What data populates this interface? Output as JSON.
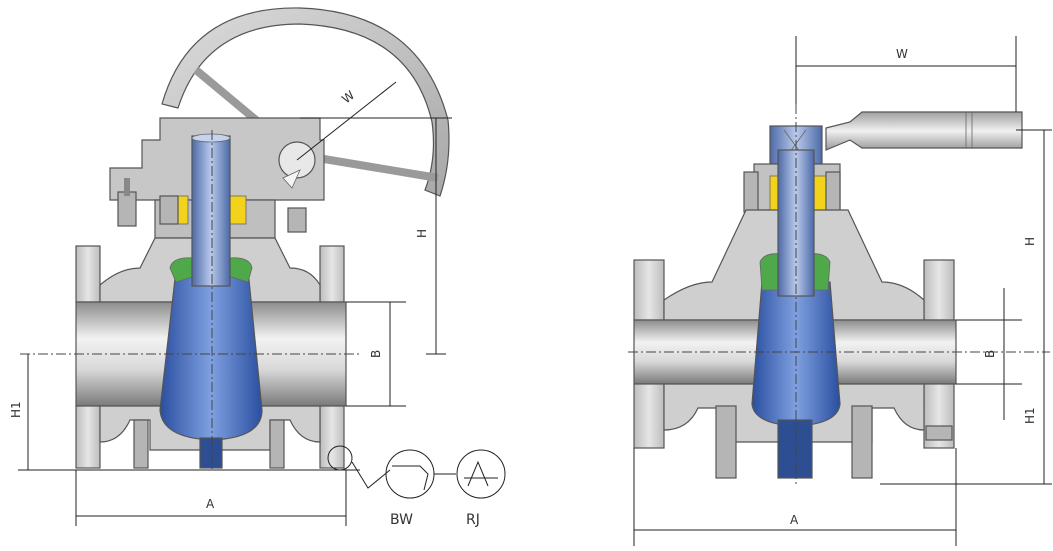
{
  "labels": {
    "left_w": "W",
    "left_h": "H",
    "left_b": "B",
    "left_h1": "H1",
    "left_a": "A",
    "bw": "BW",
    "rj": "RJ",
    "right_w": "W",
    "right_h": "H",
    "right_b": "B",
    "right_h1": "H1",
    "right_a": "A"
  },
  "colors": {
    "body": "#c9c9c9",
    "body_dark": "#9a9a9a",
    "plug_blue": "#3a63b8",
    "stem": "#6f86b5",
    "packing_yellow": "#f2d21a",
    "seal_green": "#4fa84a",
    "bolt": "#b8b8b8"
  }
}
